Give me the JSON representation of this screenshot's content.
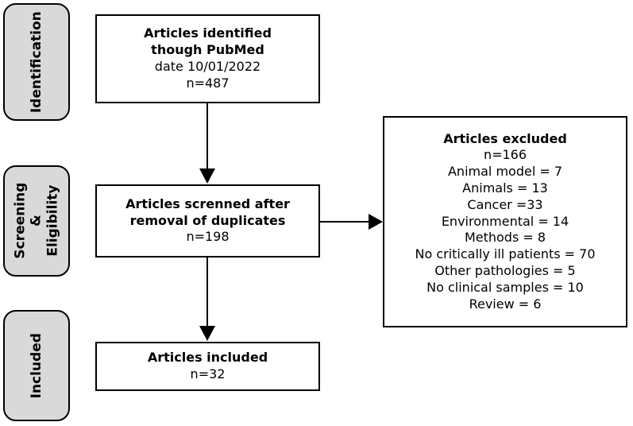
{
  "phases": {
    "identification": "Identification",
    "screening": "Screening\n&\nEligibility",
    "included": "Included"
  },
  "boxes": {
    "identified": {
      "title": "Articles identified\nthough PubMed",
      "lines": [
        "date 10/01/2022",
        "n=487"
      ]
    },
    "screened": {
      "title": "Articles screnned after\nremoval of duplicates",
      "lines": [
        "n=198"
      ]
    },
    "included": {
      "title": "Articles included",
      "lines": [
        "n=32"
      ]
    },
    "excluded": {
      "title": "Articles excluded",
      "lines": [
        "n=166",
        "Animal model = 7",
        "Animals = 13",
        "Cancer =33",
        "Environmental = 14",
        "Methods = 8",
        "No critically ill patients = 70",
        "Other pathologies = 5",
        "No clinical samples = 10",
        "Review = 6"
      ]
    }
  },
  "colors": {
    "phase_fill": "#d9d9d9",
    "stroke": "#000000"
  }
}
